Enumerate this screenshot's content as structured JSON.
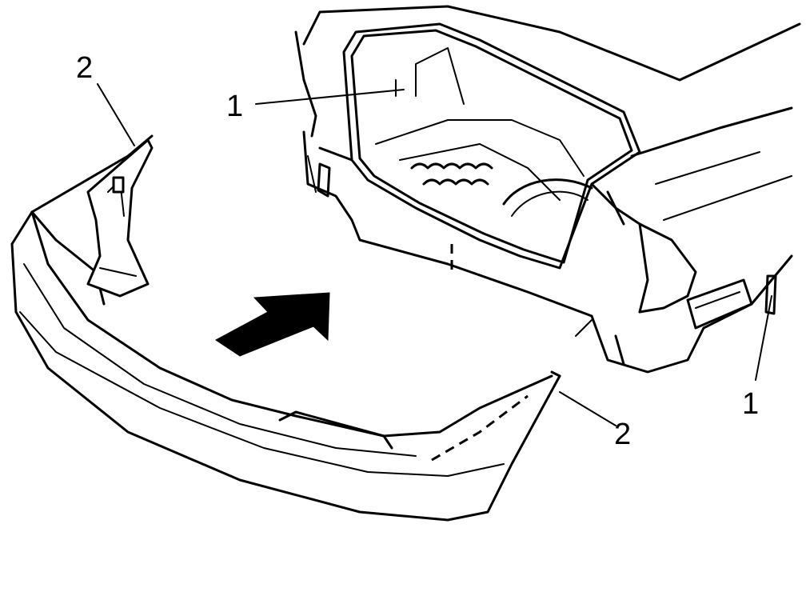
{
  "callouts": [
    {
      "id": "retainer-left",
      "label": "1"
    },
    {
      "id": "bracket-left",
      "label": "2"
    },
    {
      "id": "bracket-right",
      "label": "2"
    },
    {
      "id": "retainer-right",
      "label": "1"
    }
  ],
  "colors": {
    "ink": "#000000",
    "paper": "#ffffff"
  }
}
